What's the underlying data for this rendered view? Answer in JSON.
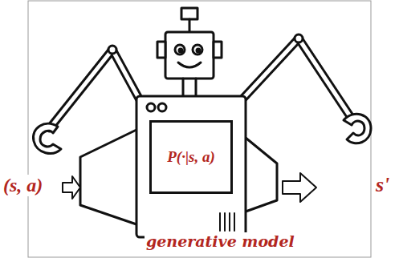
{
  "diagram": {
    "nodes": [
      {
        "text": [
          "P(·|s, a)"
        ]
      }
    ],
    "labels": [
      "(s, a)",
      "s'",
      "generative model"
    ]
  }
}
